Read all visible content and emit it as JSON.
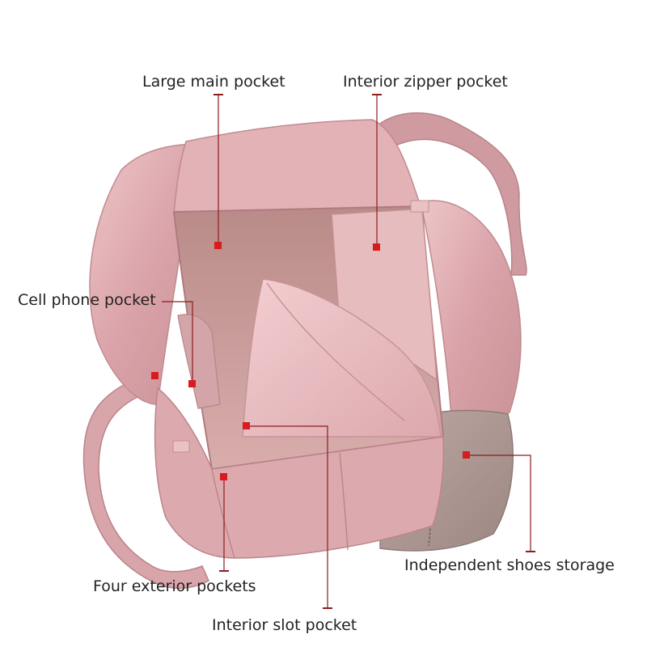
{
  "colors": {
    "background": "#ffffff",
    "bag_light": "#e7b9bd",
    "bag_mid": "#d59ea4",
    "bag_dark": "#b98488",
    "bag_grey": "#a8938f",
    "interior": "#c9a19f",
    "leader_line": "#8c1d1d",
    "marker": "#d61c1c",
    "label_text": "#222222"
  },
  "labels": {
    "large_main_pocket": "Large main pocket",
    "interior_zipper_pocket": "Interior zipper pocket",
    "cell_phone_pocket": "Cell phone pocket",
    "independent_shoes_storage": "Independent shoes storage",
    "four_exterior_pockets": "Four exterior pockets",
    "interior_slot_pocket": "Interior slot pocket"
  }
}
